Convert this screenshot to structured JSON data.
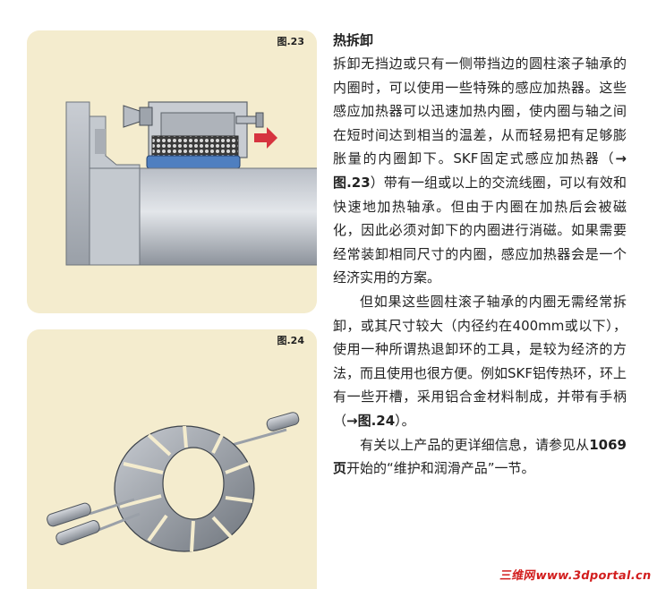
{
  "figures": {
    "fig23_label": "图.23",
    "fig24_label": "图.24"
  },
  "article": {
    "heading": "热拆卸",
    "p1_a": "拆卸无挡边或只有一侧带挡边的圆柱滚子轴承的内圈时，可以使用一些特殊的感应加热器。这些感应加热器可以迅速加热内圈，使内圈与轴之间在短时间达到相当的温差，从而轻易把有足够膨胀量的内圈卸下。SKF固定式感应加热器（",
    "p1_ref": "→图.23",
    "p1_b": "）带有一组或以上的交流线圈，可以有效和快速地加热轴承。但由于内圈在加热后会被磁化，因此必须对卸下的内圈进行消磁。如果需要经常装卸相同尺寸的内圈，感应加热器会是一个经济实用的方案。",
    "p2_a": "但如果这些圆柱滚子轴承的内圈无需经常拆卸，或其尺寸较大（内径约在400mm或以下），使用一种所谓热退卸环的工具，是较为经济的方法，而且使用也很方便。例如SKF铝传热环，环上有一些开槽，采用铝合金材料制成，并带有手柄（",
    "p2_ref": "→图.24",
    "p2_b": "）。",
    "p3_a": "有关以上产品的更详细信息，请参见从",
    "p3_page": "1069页",
    "p3_b": "开始的“维护和润滑产品”一节。"
  },
  "watermark": "三维网www.3dportal.cn",
  "colors": {
    "panel_bg": "#f4ecce",
    "arrow_red": "#d6343f",
    "ring_blue": "#4f7fc0",
    "watermark_red": "#d21d1d"
  }
}
